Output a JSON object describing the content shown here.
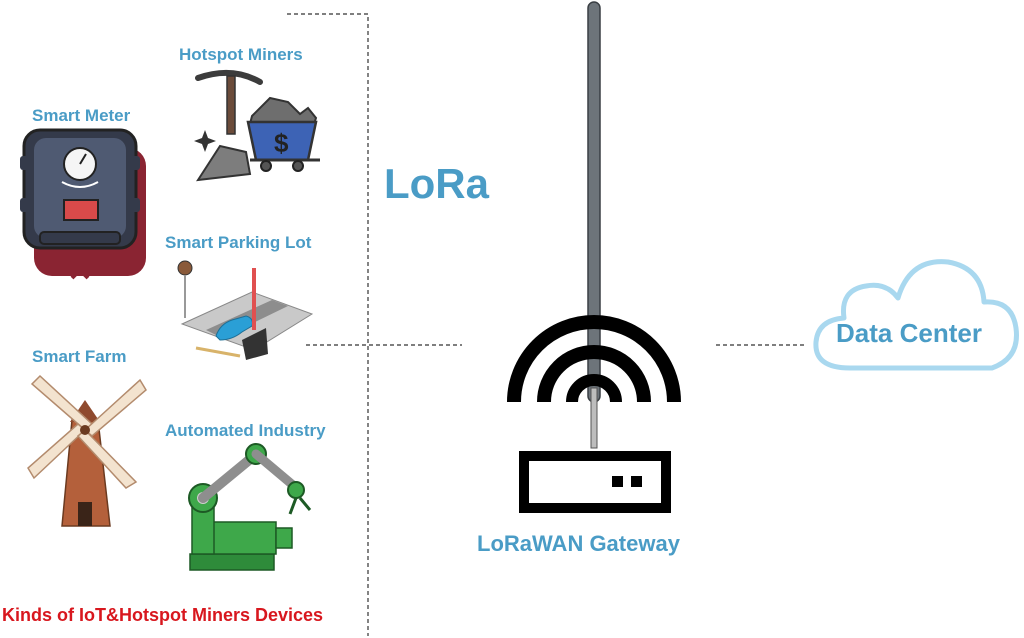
{
  "diagram": {
    "protocol_label": "LoRa",
    "gateway_label": "LoRaWAN Gateway",
    "cloud_label": "Data Center",
    "group_caption": "Kinds of IoT&Hotspot Miners Devices",
    "devices": [
      {
        "label": "Hotspot Miners",
        "icon": "mining-cart-icon"
      },
      {
        "label": "Smart Meter",
        "icon": "smart-meter-icon"
      },
      {
        "label": "Smart Parking Lot",
        "icon": "parking-lot-icon"
      },
      {
        "label": "Smart Farm",
        "icon": "windmill-icon"
      },
      {
        "label": "Automated Industry",
        "icon": "robotic-arm-icon"
      }
    ]
  },
  "colors": {
    "label_blue": "#4a9cc6",
    "caption_red": "#d8171e",
    "cloud_outline": "#a9d8ef"
  }
}
